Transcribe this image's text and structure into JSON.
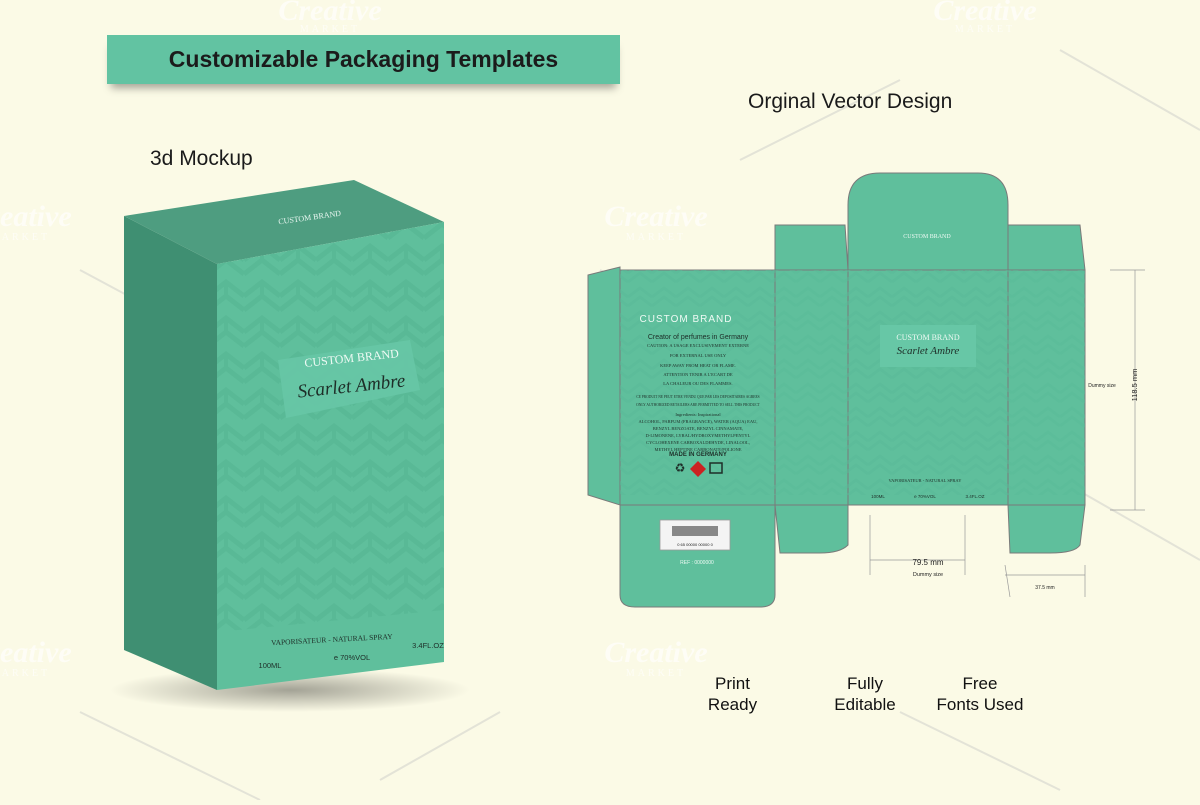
{
  "header": {
    "title": "Customizable Packaging Templates"
  },
  "labels": {
    "mockup": "3d Mockup",
    "vector": "Orginal Vector Design"
  },
  "box": {
    "brand_top": "CUSTOM BRAND",
    "brand": "CUSTOM BRAND",
    "product": "Scarlet Ambre",
    "spray": "VAPORISATEUR - NATURAL SPRAY",
    "volume": "100ML",
    "alcohol": "e 70%VOL",
    "floz": "3.4FL.OZ"
  },
  "dieline": {
    "top_brand": "CUSTOM BRAND",
    "front_brand": "CUSTOM BRAND",
    "front_product": "Scarlet Ambre",
    "back_brand": "CUSTOM BRAND",
    "creator": "Creator of perfumes in Germany",
    "caution": [
      "CAUTION: A USAGE EXCLUSIVEMENT EXTERNE",
      "FOR EXTERNAL USE ONLY",
      "KEEP AWAY FROM HEAT OR FLAME.",
      "ATTENTION TENIR A L'ECART DE",
      "LA CHALEUR OU DES FLAMMES."
    ],
    "legal": [
      "CE PRODUIT NE PEUT ETRE VENDU QUE PAR LES DEPOSITAIRES AGREES",
      "ONLY AUTHORIZED RETAILERS ARE PERMITTED TO SELL THIS PRODUCT"
    ],
    "ingredients": [
      "Ingredients: Inspirational",
      "ALCOHOL, PARFUM (FRAGRANCE), WATER (AQUA) EAU,",
      "BENZYL BENZOATE, BENZYL CINNAMATE,",
      "D-LIMONENE, LYRAL/HYDROXYMETHYLPENTYL",
      "CYCLOHEXENE CARBOXALDEHYDE, LINALOOL,",
      "METHYL HEPTINE CARBONATE/POLIONE"
    ],
    "made_in": "MADE IN GERMANY",
    "barcode_digits": "0   65   00000   00000   0",
    "ref": "REF : 0000000",
    "bottom_spray": "VAPORISATEUR - NATURAL SPRAY",
    "bottom_volume": "100ML",
    "bottom_alcohol": "e 70%VOL",
    "bottom_floz": "3.4FL.OZ",
    "dim_height": "118.5 mm",
    "dim_height_label": "Dummy size",
    "dim_width": "79.5 mm",
    "dim_width_label": "Dummy size",
    "dim_depth": "37.5 mm"
  },
  "features": [
    {
      "line1": "Print",
      "line2": "Ready"
    },
    {
      "line1": "Fully",
      "line2": "Editable"
    },
    {
      "line1": "Free",
      "line2": "Fonts Used"
    }
  ],
  "watermark": {
    "word": "Creative",
    "sub": "MARKET"
  },
  "colors": {
    "background": "#fbfae6",
    "accent": "#62c3a2",
    "box_front": "#5fbf9c",
    "box_side": "#3f8f72",
    "box_top": "#4e9d80",
    "cut_line": "#7a7a7a"
  }
}
